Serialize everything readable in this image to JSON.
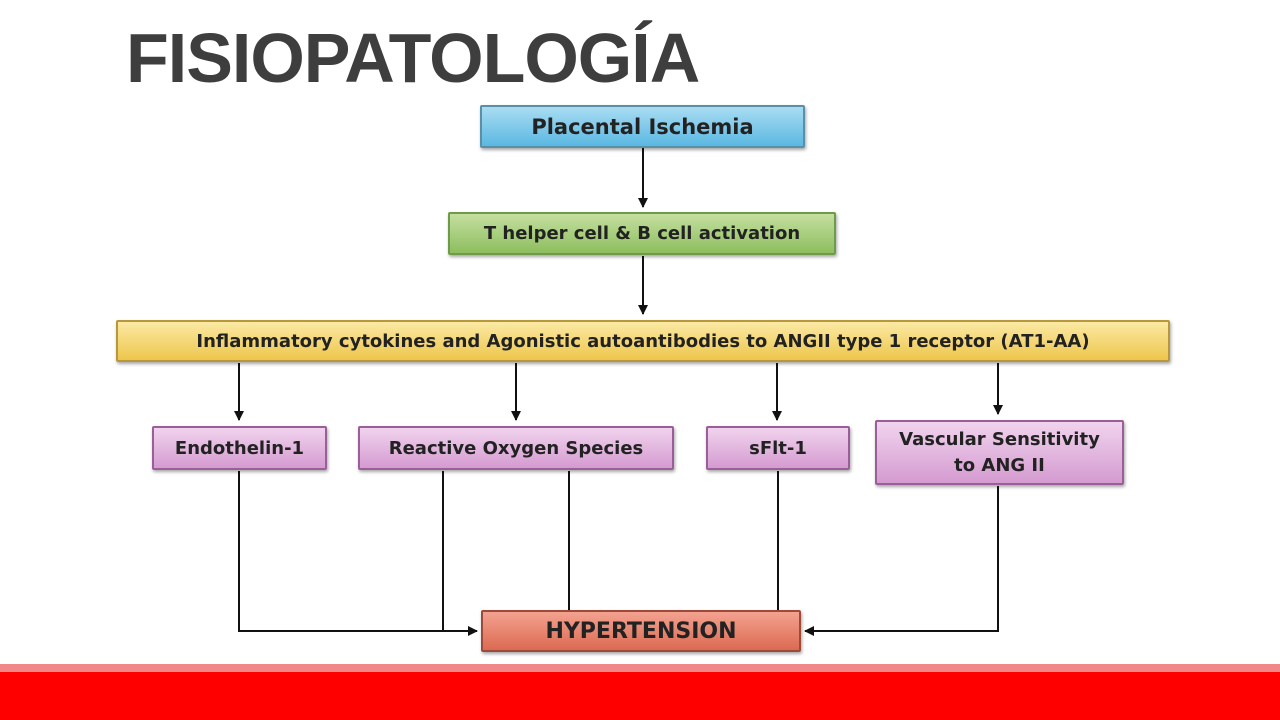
{
  "title": "FISIOPATOLOGÍA",
  "nodes": {
    "placental_ischemia": "Placental Ischemia",
    "t_helper": "T helper cell & B cell activation",
    "inflammatory": "Inflammatory cytokines and Agonistic autoantibodies to ANGII type 1 receptor (AT1-AA)",
    "endothelin": "Endothelin-1",
    "ros": "Reactive Oxygen Species",
    "sflt": "sFlt-1",
    "vascular_line1": "Vascular Sensitivity",
    "vascular_line2": "to ANG II",
    "hypertension": "HYPERTENSION"
  },
  "colors": {
    "title": "#3e3e3e",
    "accent_band": "#ff0000",
    "blue_node": "#5bb8e2",
    "green_node": "#8dbe5e",
    "yellow_node": "#edc64c",
    "purple_node": "#d49bd0",
    "red_node": "#dc6a52"
  }
}
